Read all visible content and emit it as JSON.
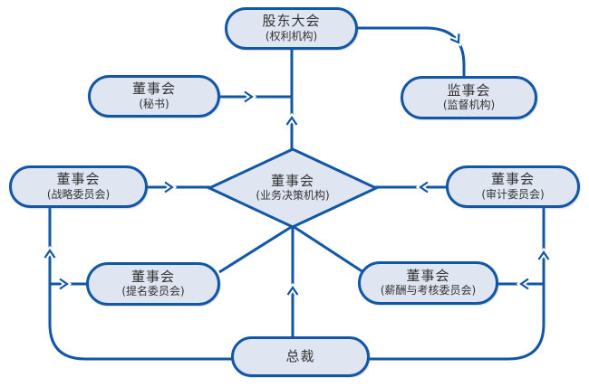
{
  "diagram": {
    "type": "corporate-governance-flowchart",
    "colors": {
      "line": "#1257a5",
      "node_border": "#1257a5",
      "node_fill": "#dfe5f1",
      "text": "#333333",
      "background": "#ffffff"
    },
    "nodes": [
      {
        "id": "shareholders-meeting",
        "title": "股东大会",
        "subtitle": "(权利机构)",
        "shape": "stadium"
      },
      {
        "id": "board-secretary",
        "title": "董事会",
        "subtitle": "(秘书)",
        "shape": "stadium"
      },
      {
        "id": "supervisory-board",
        "title": "监事会",
        "subtitle": "(监督机构)",
        "shape": "stadium"
      },
      {
        "id": "strategy-committee",
        "title": "董事会",
        "subtitle": "(战略委员会)",
        "shape": "stadium"
      },
      {
        "id": "board-of-directors",
        "title": "董事会",
        "subtitle": "(业务决策机构)",
        "shape": "diamond"
      },
      {
        "id": "audit-committee",
        "title": "董事会",
        "subtitle": "(审计委员会)",
        "shape": "stadium"
      },
      {
        "id": "nomination-committee",
        "title": "董事会",
        "subtitle": "(提名委员会)",
        "shape": "stadium"
      },
      {
        "id": "compensation-committee",
        "title": "董事会",
        "subtitle": "(薪酬与考核委员会)",
        "shape": "stadium"
      },
      {
        "id": "president",
        "title": "总裁",
        "subtitle": "",
        "shape": "stadium"
      }
    ],
    "edges": [
      {
        "from": "shareholders-meeting",
        "to": "supervisory-board",
        "arrow": true
      },
      {
        "from": "board-secretary",
        "to": "board-of-directors",
        "arrow": true
      },
      {
        "from": "board-of-directors",
        "to": "shareholders-meeting",
        "arrow": true
      },
      {
        "from": "strategy-committee",
        "to": "board-of-directors",
        "arrow": true
      },
      {
        "from": "audit-committee",
        "to": "board-of-directors",
        "arrow": true
      },
      {
        "from": "board-of-directors",
        "to": "nomination-committee",
        "arrow": false
      },
      {
        "from": "board-of-directors",
        "to": "compensation-committee",
        "arrow": false
      },
      {
        "from": "president",
        "to": "board-of-directors",
        "arrow": true
      },
      {
        "from": "president",
        "to": "strategy-committee",
        "arrow": true
      },
      {
        "from": "president",
        "to": "nomination-committee",
        "arrow": true
      },
      {
        "from": "president",
        "to": "audit-committee",
        "arrow": true
      },
      {
        "from": "president",
        "to": "compensation-committee",
        "arrow": true
      }
    ]
  }
}
